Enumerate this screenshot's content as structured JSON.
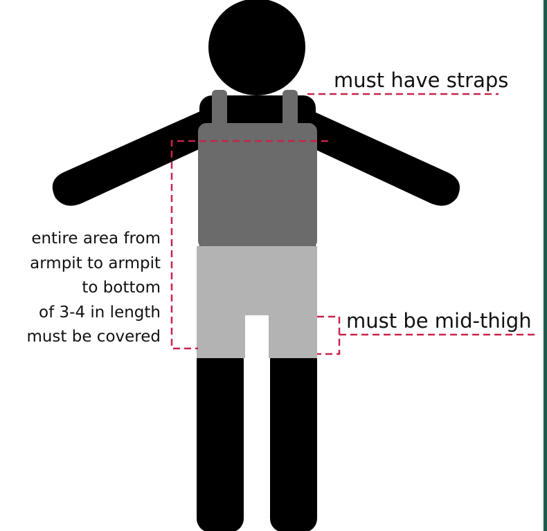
{
  "annotations": {
    "straps_label": "must have straps",
    "thigh_label": "must be mid-thigh",
    "coverage_lines": [
      "entire area from",
      "armpit to armpit",
      "to bottom",
      "of 3-4 in length",
      "must be covered"
    ]
  },
  "colors": {
    "figure": "#000000",
    "top_garment": "#6b6b6b",
    "shorts": "#b3b3b3",
    "guide_line": "#c8224a",
    "edge_bar": "#1d5b4c"
  }
}
